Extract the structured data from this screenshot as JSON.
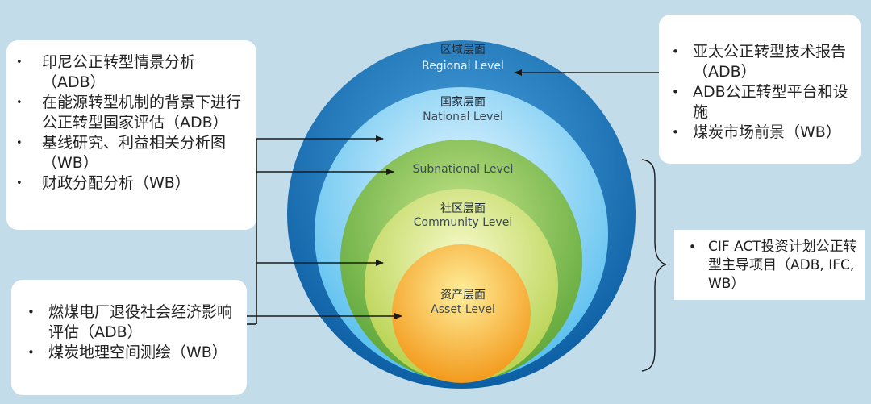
{
  "left_top_box": {
    "items": [
      "印尼公正转型情景分析（ADB）",
      "在能源转型机制的背景下进行公正转型国家评估（ADB）",
      "基线研究、利益相关分析图（WB）",
      "财政分配分析（WB）"
    ]
  },
  "left_bottom_box": {
    "items": [
      "燃煤电厂退役社会经济影响评估（ADB）",
      "煤炭地理空间测绘（WB）"
    ]
  },
  "right_top_box": {
    "items": [
      "亚太公正转型技术报告（ADB）",
      "ADB公正转型平台和设施",
      "煤炭市场前景（WB）"
    ]
  },
  "right_bottom_box": {
    "items": [
      "CIF ACT投资计划公正转型主导项目（ADB, IFC, WB）"
    ]
  },
  "levels": {
    "regional": {
      "cn": "区域层面",
      "en": "Regional Level",
      "color": "#1c78b8"
    },
    "national": {
      "cn": "国家层面",
      "en": "National Level",
      "color": "#7fd0f2"
    },
    "subnational": {
      "en": "Subnational Level",
      "color": "#8cc63f"
    },
    "community": {
      "cn": "社区层面",
      "en": "Community Level",
      "color": "#d3e06a"
    },
    "asset": {
      "cn": "资产层面",
      "en": "Asset Level",
      "color": "#f7b42e"
    }
  },
  "colors": {
    "background": "#c3dcea",
    "connector": "#1a1a1a"
  }
}
